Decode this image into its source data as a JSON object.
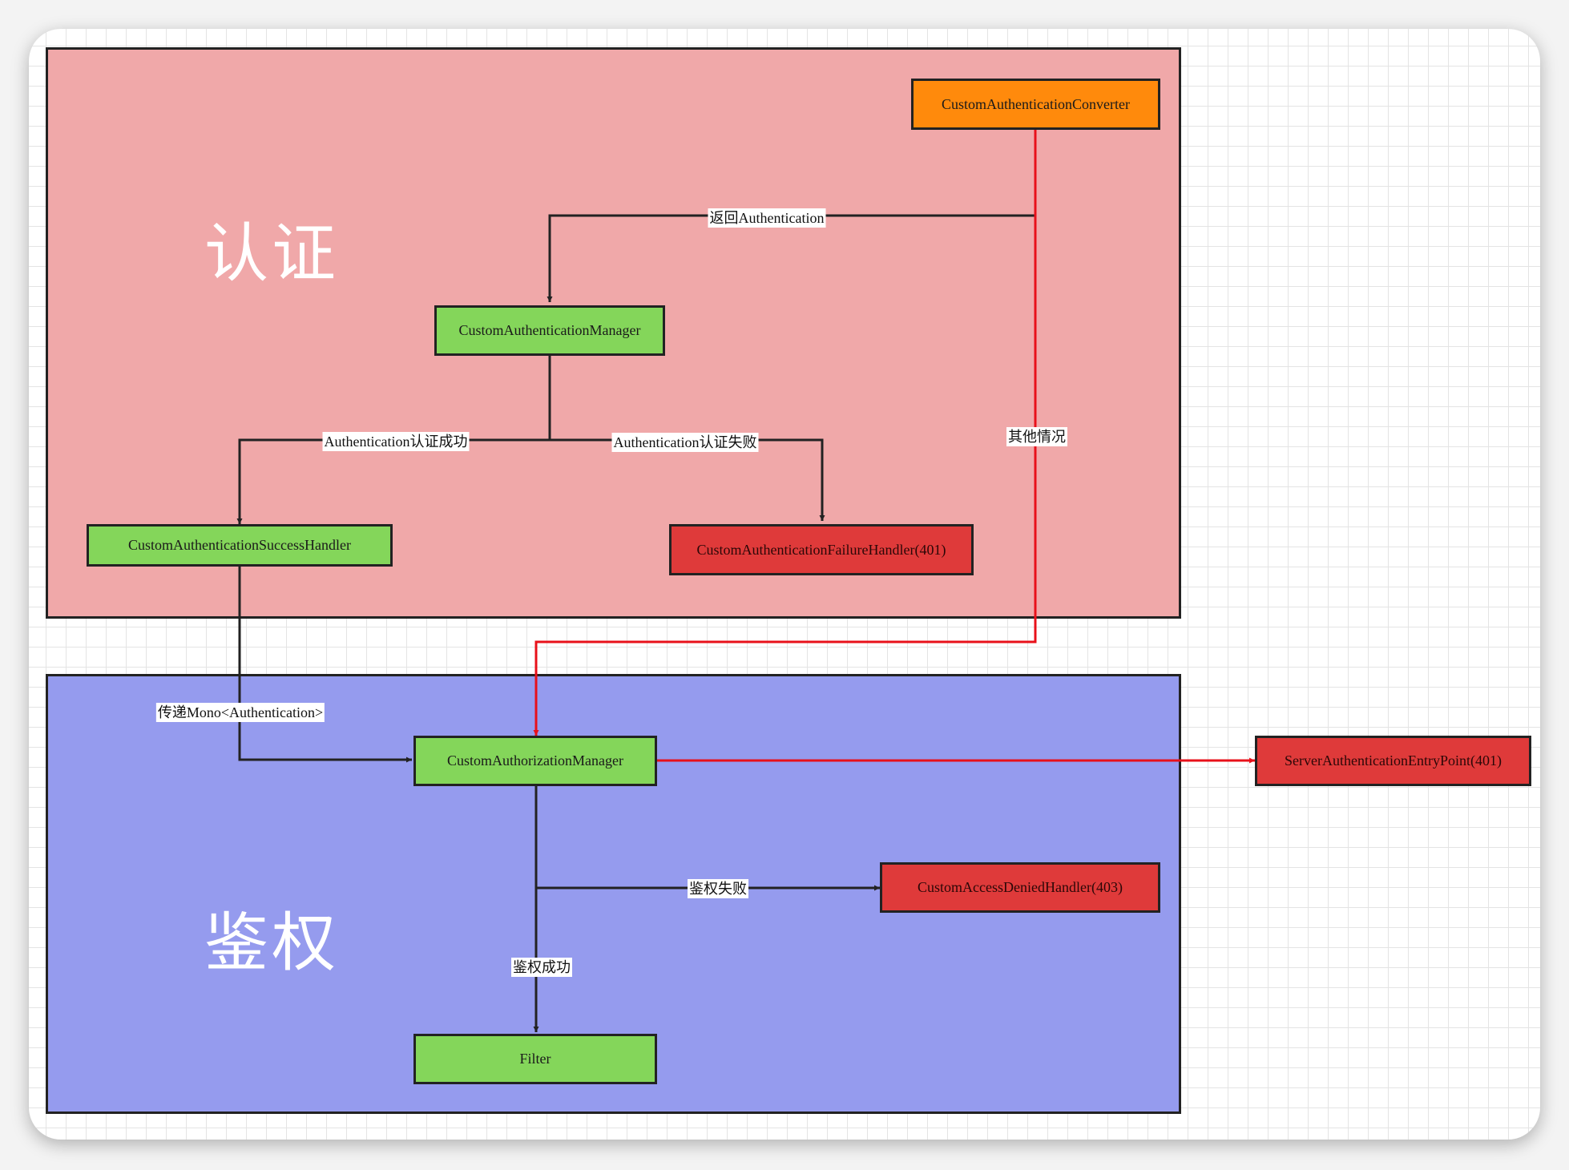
{
  "regions": {
    "auth_title": "认证",
    "authz_title": "鉴权"
  },
  "nodes": {
    "converter": "CustomAuthenticationConverter",
    "auth_manager": "CustomAuthenticationManager",
    "success_handler": "CustomAuthenticationSuccessHandler",
    "failure_handler": "CustomAuthenticationFailureHandler(401)",
    "authz_manager": "CustomAuthorizationManager",
    "entry_point": "ServerAuthenticationEntryPoint(401)",
    "access_denied": "CustomAccessDeniedHandler(403)",
    "filter": "Filter"
  },
  "edges": {
    "return_auth": "返回Authentication",
    "auth_success": "Authentication认证成功",
    "auth_fail": "Authentication认证失败",
    "other_cases": "其他情况",
    "pass_mono": "传递Mono<Authentication>",
    "authz_fail": "鉴权失败",
    "authz_success": "鉴权成功"
  },
  "colors": {
    "auth_region": "#f0a8a9",
    "authz_region": "#959bee",
    "success_node": "#84d65a",
    "error_node": "#df3a3a",
    "converter_node": "#ff8a0c",
    "edge_default": "#222222",
    "edge_red": "#e8101a"
  }
}
